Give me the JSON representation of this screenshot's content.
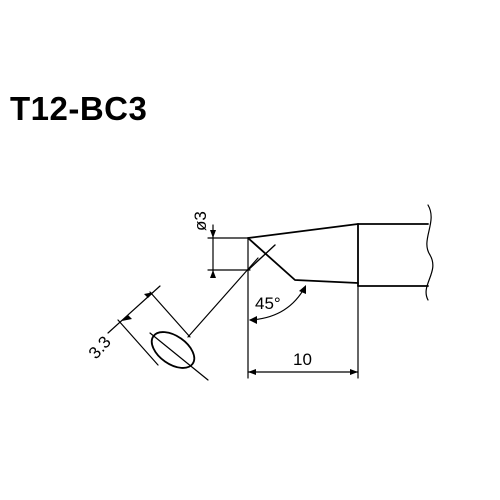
{
  "title": "T12-BC3",
  "dimensions": {
    "diameter": "ø3",
    "angle": "45°",
    "length": "10",
    "face_width": "3.3"
  },
  "colors": {
    "line": "#000000",
    "background": "#ffffff"
  }
}
